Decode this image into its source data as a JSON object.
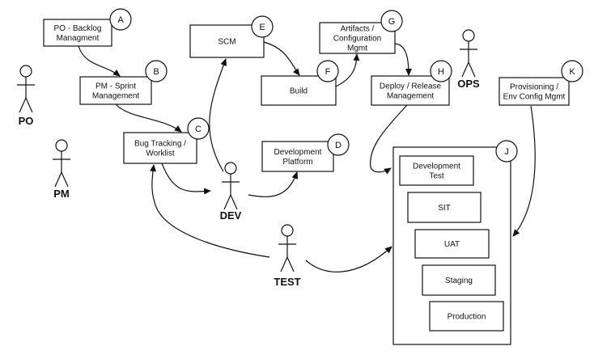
{
  "nodes": [
    {
      "id": "A",
      "lines": [
        "PO - Backlog",
        "Managment"
      ]
    },
    {
      "id": "B",
      "lines": [
        "PM - Sprint",
        "Management"
      ]
    },
    {
      "id": "C",
      "lines": [
        "Bug Tracking /",
        "Worklist"
      ]
    },
    {
      "id": "D",
      "lines": [
        "Development",
        "Platform"
      ]
    },
    {
      "id": "E",
      "lines": [
        "SCM"
      ]
    },
    {
      "id": "F",
      "lines": [
        "Build"
      ]
    },
    {
      "id": "G",
      "lines": [
        "Artifacts /",
        "Configuration",
        "Mgmt"
      ]
    },
    {
      "id": "H",
      "lines": [
        "Deploy / Release",
        "Management"
      ]
    },
    {
      "id": "K",
      "lines": [
        "Provisioning /",
        "Env Config Mgmt"
      ]
    },
    {
      "id": "J",
      "lines": []
    }
  ],
  "environments": [
    {
      "lines": [
        "Development",
        "Test"
      ]
    },
    {
      "lines": [
        "SIT"
      ]
    },
    {
      "lines": [
        "UAT"
      ]
    },
    {
      "lines": [
        "Staging"
      ]
    },
    {
      "lines": [
        "Production"
      ]
    }
  ],
  "actors": [
    {
      "id": "po",
      "label": "PO"
    },
    {
      "id": "pm",
      "label": "PM"
    },
    {
      "id": "dev",
      "label": "DEV"
    },
    {
      "id": "test",
      "label": "TEST"
    },
    {
      "id": "ops",
      "label": "OPS"
    }
  ],
  "colors": {
    "stroke": "#111111",
    "fill": "#ffffff"
  }
}
